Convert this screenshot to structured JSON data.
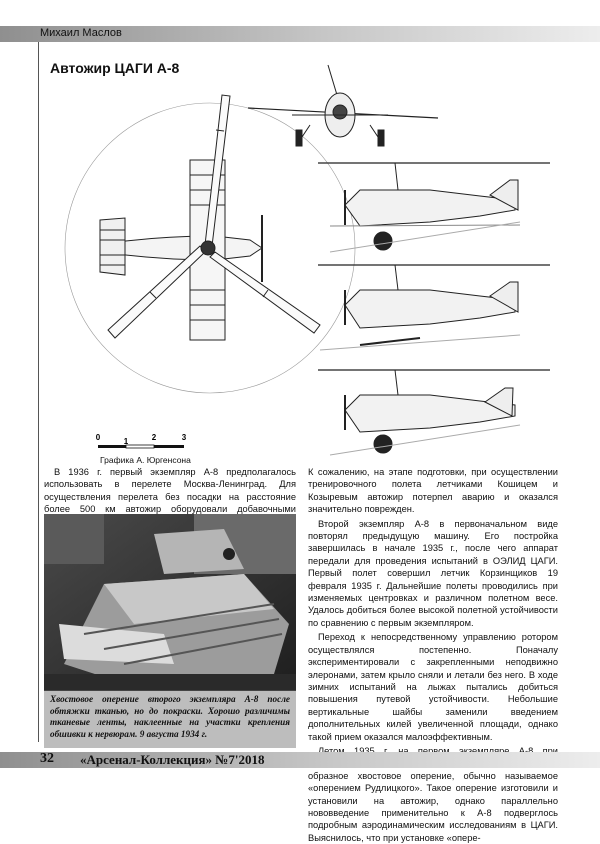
{
  "header": {
    "author": "Михаил Маслов"
  },
  "drawing": {
    "title": "Автожир ЦАГИ А-8",
    "credit": "Графика А. Юргенсона",
    "scale_ticks": [
      "0",
      "1",
      "2",
      "3"
    ]
  },
  "column_left": {
    "paragraphs": [
      "В 1936 г. первый экземпляр А-8 предполагалось использовать в перелете Москва-Ленинград. Для осуществления перелета без посадки на расстояние более 500 км автожир оборудовали добавочными топливными баками."
    ]
  },
  "photo": {
    "caption": "Хвостовое оперение второго экземпляра А-8 после обтяжки тканью, но до покраски. Хорошо различимы тканевые ленты, наклеенные на участки крепления обшивки к нервюрам. 9 августа 1934 г."
  },
  "column_right": {
    "paragraphs": [
      "К сожалению, на этапе подготовки, при осуществлении тренировочного полета летчиками Кошицем и Козыревым автожир потерпел аварию и оказался значительно поврежден.",
      "Второй экземпляр А-8 в первоначальном виде повторял предыдущую машину. Его постройка завершилась в начале 1935 г., после чего аппарат передали для проведения испытаний в ОЭЛИД ЦАГИ. Первый полет совершил летчик Корзинщиков 19 февраля 1935 г. Дальнейшие полеты проводились при изменяемых центровках и различном полетном весе. Удалось добиться более высокой полетной устойчивости по сравнению с первым экземпляром.",
      "Переход к непосредственному управлению ротором осуществлялся постепенно. Поначалу экспериментировали с закрепленными неподвижно элеронами, затем крыло сняли и летали без него. В ходе зимних испытаний на лыжах пытались добиться повышения путевой устойчивости. Небольшие вертикальные шайбы заменили введением дополнительных килей увеличенной площади, однако такой прием оказался малоэффективным.",
      "Летом 1935 г. на первом экземпляре А-8 при проведении ремонта после аварии решили установить V-образное хвостовое оперение, обычно называемое «оперением Рудлицкого». Такое оперение изготовили и установили на автожир, однако параллельно нововведение применительно к А-8 подверглось подробным аэродинамическим исследованиям в ЦАГИ. Выяснилось, что при установке «опере-"
    ]
  },
  "footer": {
    "page_number": "32",
    "journal": "«Арсенал-Коллекция» №7'2018"
  }
}
